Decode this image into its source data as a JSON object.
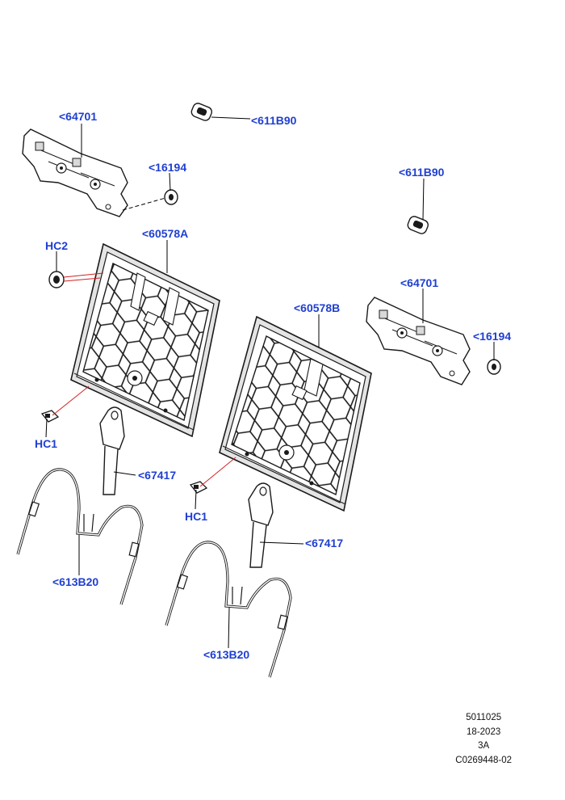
{
  "callouts": {
    "bracket_left": "<64701",
    "clip_top": "<611B90",
    "nut_left": "<16194",
    "clip_right": "<611B90",
    "panel_left": "<60578A",
    "hc2": "HC2",
    "bracket_right": "<64701",
    "panel_right": "<60578B",
    "nut_right": "<16194",
    "hc1_left": "HC1",
    "release_left": "<67417",
    "release_right": "<67417",
    "hc1_right": "HC1",
    "cable_left": "<613B20",
    "cable_right": "<613B20"
  },
  "footer": {
    "line1": "5011025",
    "line2": "18-2023",
    "line3": "3A",
    "line4": "C0269448-02"
  },
  "colors": {
    "callout_text": "#1f3fd1",
    "leader_line": "#000000",
    "highlight_line": "#d42020",
    "part_stroke": "#1a1a1a",
    "part_fill": "#ffffff",
    "shade_fill": "#d9d9d9"
  }
}
